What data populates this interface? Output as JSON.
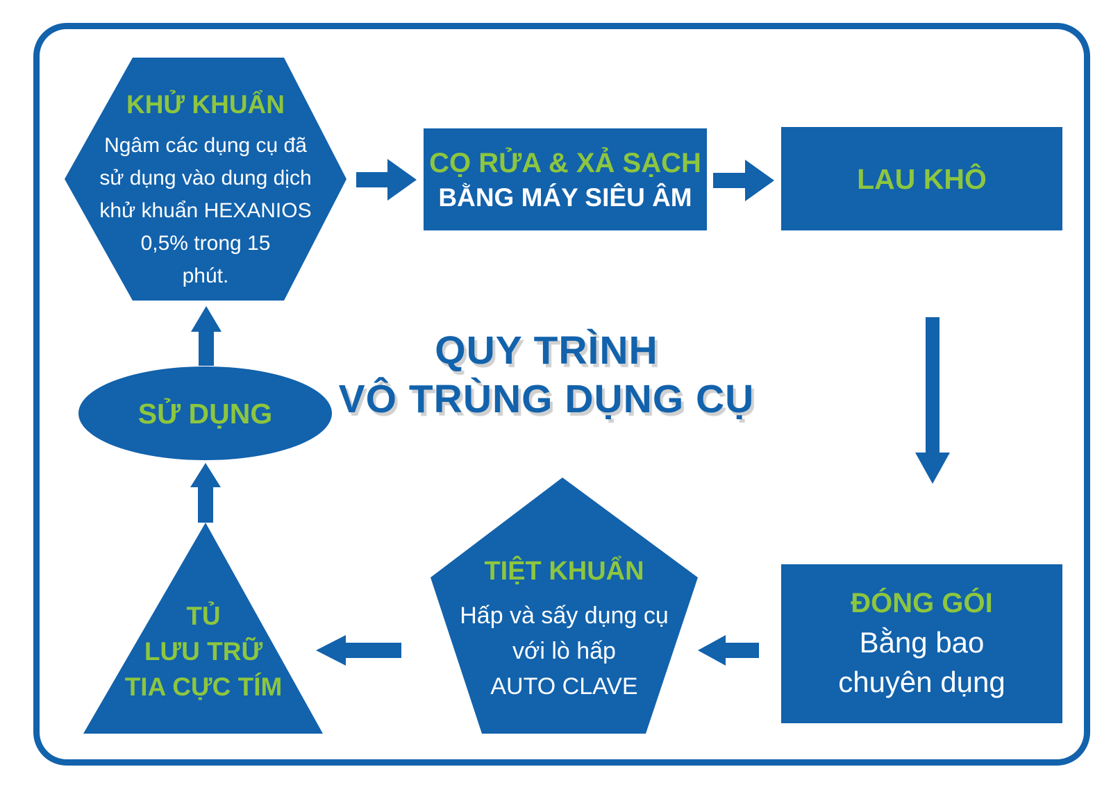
{
  "colors": {
    "blue": "#1262AC",
    "green": "#8DC63F",
    "white": "#FFFFFF"
  },
  "title": {
    "lines": [
      "QUY TRÌNH",
      "VÔ TRÙNG DỤNG CỤ"
    ]
  },
  "nodes": {
    "khu_khuan": {
      "shape": "hexagon",
      "title": "KHỬ KHUẨN",
      "body_lines": [
        "Ngâm các dụng cụ đã",
        "sử dụng vào dung dịch",
        "khử khuẩn HEXANIOS",
        "0,5% trong 15",
        "phút."
      ]
    },
    "co_rua": {
      "shape": "rectangle",
      "title": "CỌ RỬA & XẢ SẠCH",
      "body": "BẰNG MÁY SIÊU ÂM"
    },
    "lau_kho": {
      "shape": "rectangle",
      "title": "LAU KHÔ"
    },
    "dong_goi": {
      "shape": "rectangle",
      "title": "ĐÓNG GÓI",
      "body_lines": [
        "Bằng bao",
        "chuyên dụng"
      ]
    },
    "tiet_khuan": {
      "shape": "pentagon",
      "title": "TIỆT KHUẨN",
      "body_lines": [
        "Hấp và sấy dụng cụ",
        "với lò hấp",
        "AUTO CLAVE"
      ]
    },
    "tu_luu_tru": {
      "shape": "triangle",
      "lines": [
        "TỦ",
        "LƯU TRỮ",
        "TIA CỰC TÍM"
      ]
    },
    "su_dung": {
      "shape": "ellipse",
      "title": "SỬ DỤNG"
    }
  },
  "flow": [
    "su_dung → khu_khuan → co_rua → lau_kho → dong_goi → tiet_khuan → tu_luu_tru → su_dung"
  ]
}
